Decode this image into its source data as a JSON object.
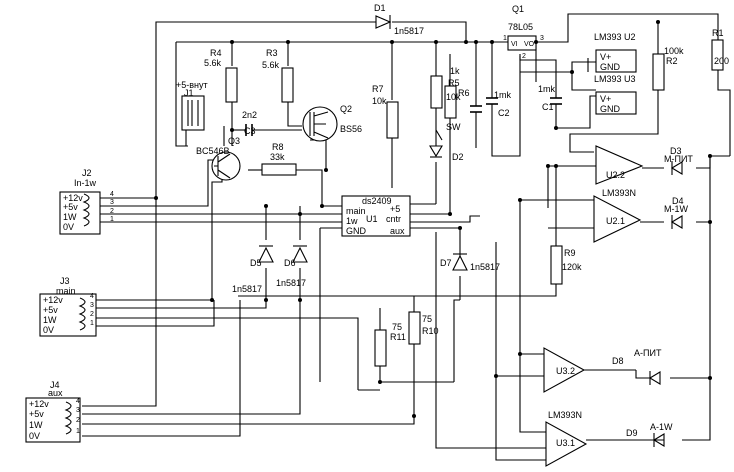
{
  "components": {
    "D1": {
      "ref": "D1",
      "value": "1n5817"
    },
    "Q1": {
      "ref": "Q1",
      "value": "78L05"
    },
    "U2_top": {
      "ref": "LM393  U2"
    },
    "U3_top": {
      "ref": "LM393  U3"
    },
    "R2": {
      "ref": "R2",
      "value": "100k"
    },
    "R1": {
      "ref": "R1",
      "value": "200"
    },
    "R4": {
      "ref": "R4",
      "value": "5.6k"
    },
    "R3": {
      "ref": "R3",
      "value": "5.6k"
    },
    "R7": {
      "ref": "R7",
      "value": "10k"
    },
    "R5": {
      "ref": "R5",
      "value": "1k"
    },
    "R6": {
      "ref": "R6",
      "value": "10k"
    },
    "C2": {
      "ref": "C2",
      "value": "1mk"
    },
    "C1": {
      "ref": "C1",
      "value": "1mk"
    },
    "C3": {
      "ref": "C3",
      "value": "2n2"
    },
    "J1": {
      "ref": "J1",
      "value": "+5-внут"
    },
    "Q2": {
      "ref": "Q2",
      "value": "BS56"
    },
    "Q3": {
      "ref": "Q3",
      "value": "BC546B"
    },
    "R8": {
      "ref": "R8",
      "value": "33k"
    },
    "SW": {
      "ref": "SW"
    },
    "D2": {
      "ref": "D2"
    },
    "U1": {
      "ref": "U1",
      "value": "ds2409",
      "pins": [
        "main",
        "1w",
        "GND",
        "+5",
        "cntr",
        "aux"
      ]
    },
    "D5": {
      "ref": "D5"
    },
    "D6": {
      "ref": "D6"
    },
    "D7": {
      "ref": "D7"
    },
    "D5_6_value": "1n5817",
    "D6_value": "1n5817",
    "D7_value": "1n5817",
    "R9": {
      "ref": "R9",
      "value": "120k"
    },
    "R11": {
      "ref": "R11",
      "value": "75"
    },
    "R10": {
      "ref": "R10",
      "value": "75"
    },
    "U2_2": {
      "ref": "U2.2",
      "part": "LM393N"
    },
    "U2_1": {
      "ref": "U2.1"
    },
    "U3_2": {
      "ref": "U3.2"
    },
    "U3_1": {
      "ref": "U3.1",
      "part": "LM393N"
    },
    "D3": {
      "ref": "D3",
      "value": "M-ПИТ"
    },
    "D4": {
      "ref": "D4",
      "value": "M-1W"
    },
    "D8": {
      "ref": "D8",
      "value": "А-ПИТ"
    },
    "D9": {
      "ref": "D9",
      "value": "А-1W"
    }
  },
  "ic_labels": {
    "vplus": "V+",
    "gnd": "GND"
  },
  "connectors": [
    {
      "ref": "J2",
      "name": "In-1w",
      "pins": [
        "+12v",
        "+5v",
        "1W",
        "0V"
      ]
    },
    {
      "ref": "J3",
      "name": "main",
      "pins": [
        "+12v",
        "+5v",
        "1W",
        "0V"
      ]
    },
    {
      "ref": "J4",
      "name": "aux",
      "pins": [
        "+12v",
        "+5v",
        "1W",
        "0V"
      ]
    }
  ],
  "pin_numbers": [
    "4",
    "3",
    "2",
    "1"
  ],
  "misc": {
    "vi": "VI",
    "vo": "VO",
    "vi_pin": "1",
    "vo_pin": "3",
    "gnd_pin": "2"
  }
}
